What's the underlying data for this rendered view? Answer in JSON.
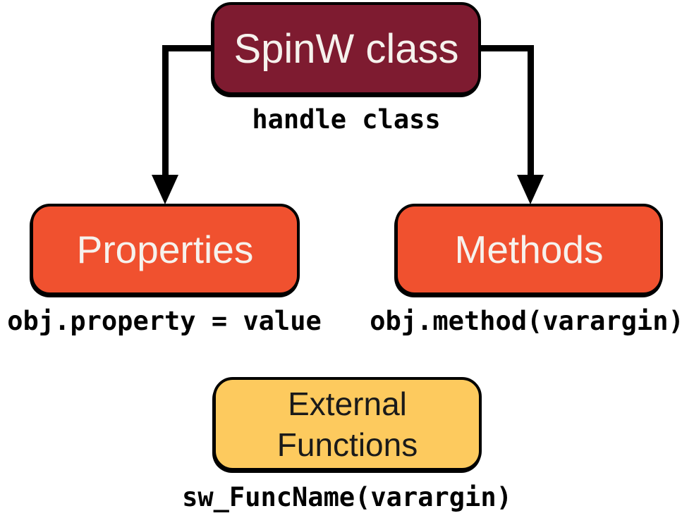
{
  "colors": {
    "background": "#ffffff",
    "root_box_bg": "#7E1B30",
    "child_box_bg": "#F0512F",
    "external_box_bg": "#FDCA5E",
    "box_border": "#000000",
    "box_text_light": "#F6F2ED",
    "box_text_dark": "#1A1A1A",
    "arrow_color": "#000000",
    "caption_text": "#000000"
  },
  "nodes": {
    "root": {
      "label": "SpinW class",
      "caption": "handle class"
    },
    "properties": {
      "label": "Properties",
      "caption": "obj.property = value"
    },
    "methods": {
      "label": "Methods",
      "caption": "obj.method(varargin)"
    },
    "external": {
      "label_line1": "External",
      "label_line2": "Functions",
      "caption": "sw_FuncName(varargin)"
    }
  }
}
